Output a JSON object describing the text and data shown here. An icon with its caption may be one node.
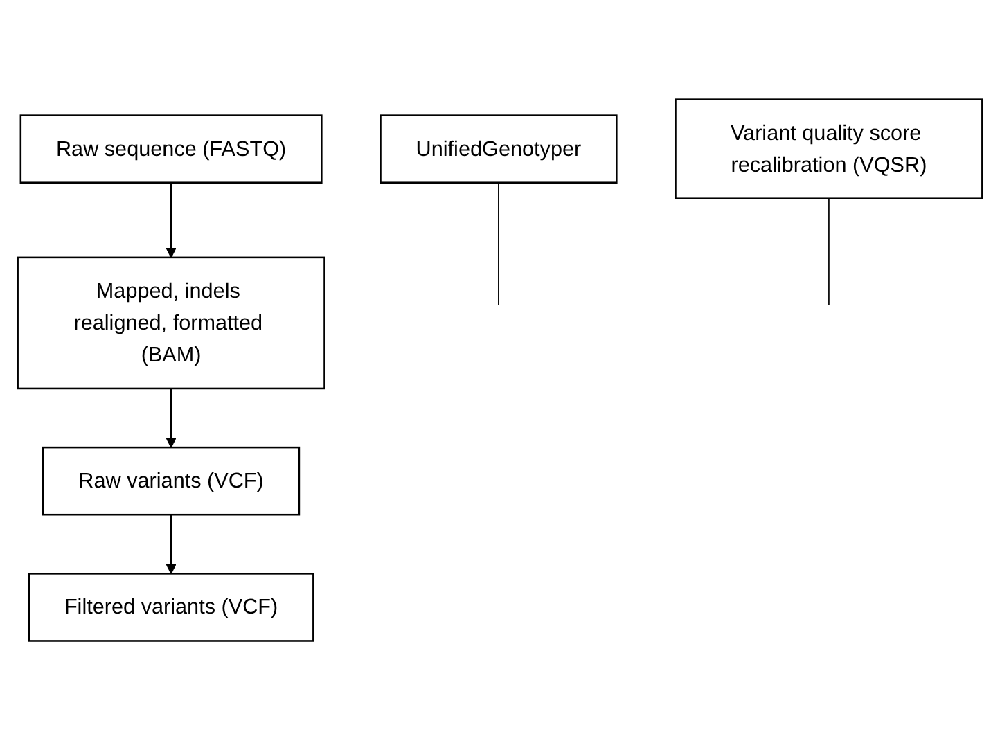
{
  "diagram": {
    "nodes": [
      {
        "text": [
          "Raw sequence (FASTQ)"
        ]
      },
      {
        "text": [
          "Mapped, indels realigned, formatted (BAM)"
        ]
      },
      {
        "text": [
          "UnifiedGenotyper"
        ]
      },
      {
        "text": [
          "Raw variants (VCF)"
        ]
      },
      {
        "text": [
          "Filtered variants (VCF)"
        ]
      },
      {
        "text": [
          "Variant quality score recalibration (VQSR)"
        ]
      }
    ],
    "edges": [
      {
        "from": 0,
        "to": 1,
        "arrow": "to"
      },
      {
        "from": 1,
        "to": 3,
        "arrow": "to"
      },
      {
        "from": 3,
        "to": 4,
        "arrow": "to"
      },
      {
        "from": 2,
        "to": null,
        "arrow": "none"
      },
      {
        "from": 5,
        "to": null,
        "arrow": "none"
      }
    ]
  }
}
